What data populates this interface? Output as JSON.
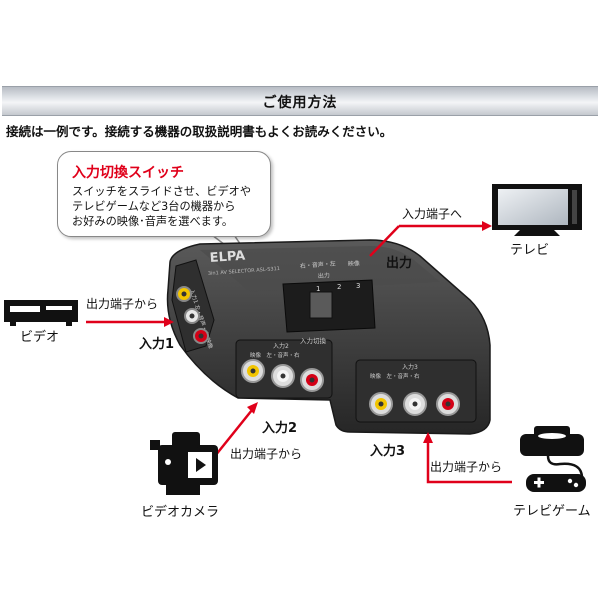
{
  "header": {
    "title": "ご使用方法"
  },
  "note": "接続は一例です。接続する機器の取扱説明書もよくお読みください。",
  "callout": {
    "title": "入力切換スイッチ",
    "lines": [
      "スイッチをスライドさせ、ビデオや",
      "テレビゲームなど3台の機器から",
      "お好みの映像･音声を選べます。"
    ]
  },
  "labels": {
    "video_device": "ビデオ",
    "tv_device": "テレビ",
    "camera_device": "ビデオカメラ",
    "game_device": "テレビゲーム",
    "output_terminal_from_1": "出力端子から",
    "output_terminal_from_2": "出力端子から",
    "output_terminal_from_3": "出力端子から",
    "input_terminal_to": "入力端子へ",
    "input1": "入力1",
    "input2": "入力2",
    "input3": "入力3",
    "output": "出力"
  },
  "device_print": {
    "brand": "ELPA",
    "model": "3in1 AV SELECTOR ASL-S311",
    "switch_label": "入力切換",
    "switch_numbers": [
      "1",
      "2",
      "3"
    ],
    "output_label": "出力",
    "top_labels": [
      "右・音声・左",
      "映像"
    ],
    "input1_label": "入力1 左・音声・右 映像",
    "input2_title": "入力2",
    "input2_sub": "映像　左・音声・右",
    "input3_title": "入力3",
    "input3_sub": "映像　左・音声・右"
  },
  "colors": {
    "arrow": "#e0001a",
    "callout_title": "#e0001a",
    "device_body": "#3a3a3a",
    "jack_video": "#f2c500",
    "jack_white": "#e8e8e8",
    "jack_red": "#d40016"
  }
}
